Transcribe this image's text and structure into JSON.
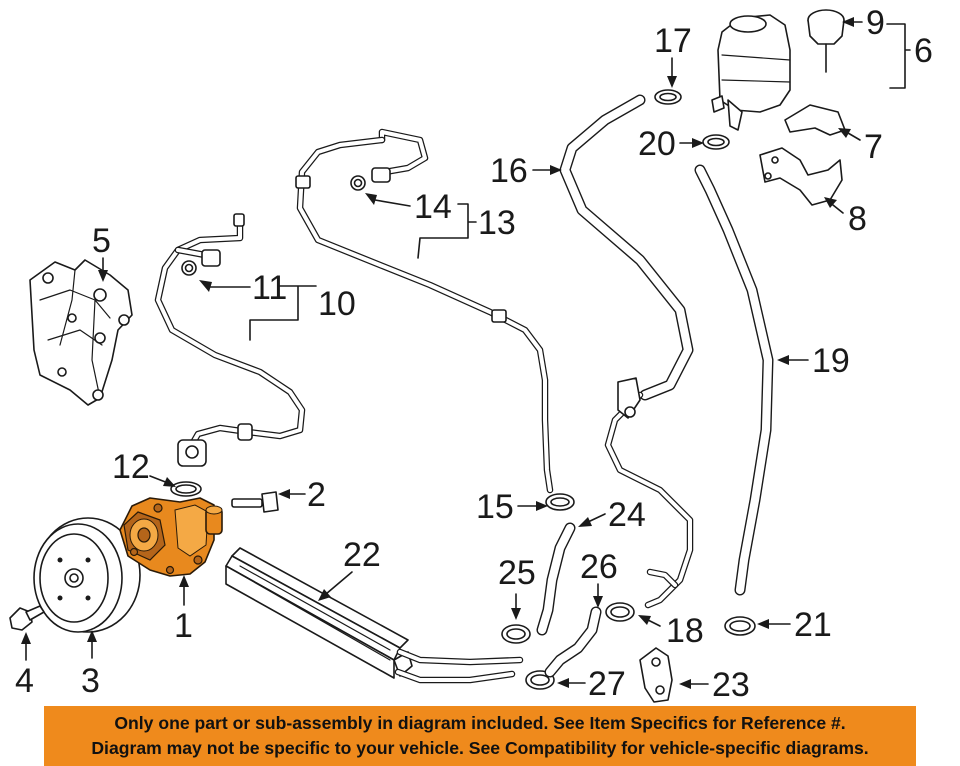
{
  "callouts": {
    "c1": "1",
    "c2": "2",
    "c3": "3",
    "c4": "4",
    "c5": "5",
    "c6": "6",
    "c7": "7",
    "c8": "8",
    "c9": "9",
    "c10": "10",
    "c11": "11",
    "c12": "12",
    "c13": "13",
    "c14": "14",
    "c15": "15",
    "c16": "16",
    "c17": "17",
    "c18": "18",
    "c19": "19",
    "c20": "20",
    "c21": "21",
    "c22": "22",
    "c23": "23",
    "c24": "24",
    "c25": "25",
    "c26": "26",
    "c27": "27"
  },
  "highlight_color": "#e8891e",
  "disclaimer": {
    "line1": "Only one part or sub-assembly in diagram included. See Item Specifics for Reference #.",
    "line2": "Diagram may not be specific to your vehicle. See Compatibility for vehicle-specific diagrams.",
    "background": "#ef8a1c"
  }
}
